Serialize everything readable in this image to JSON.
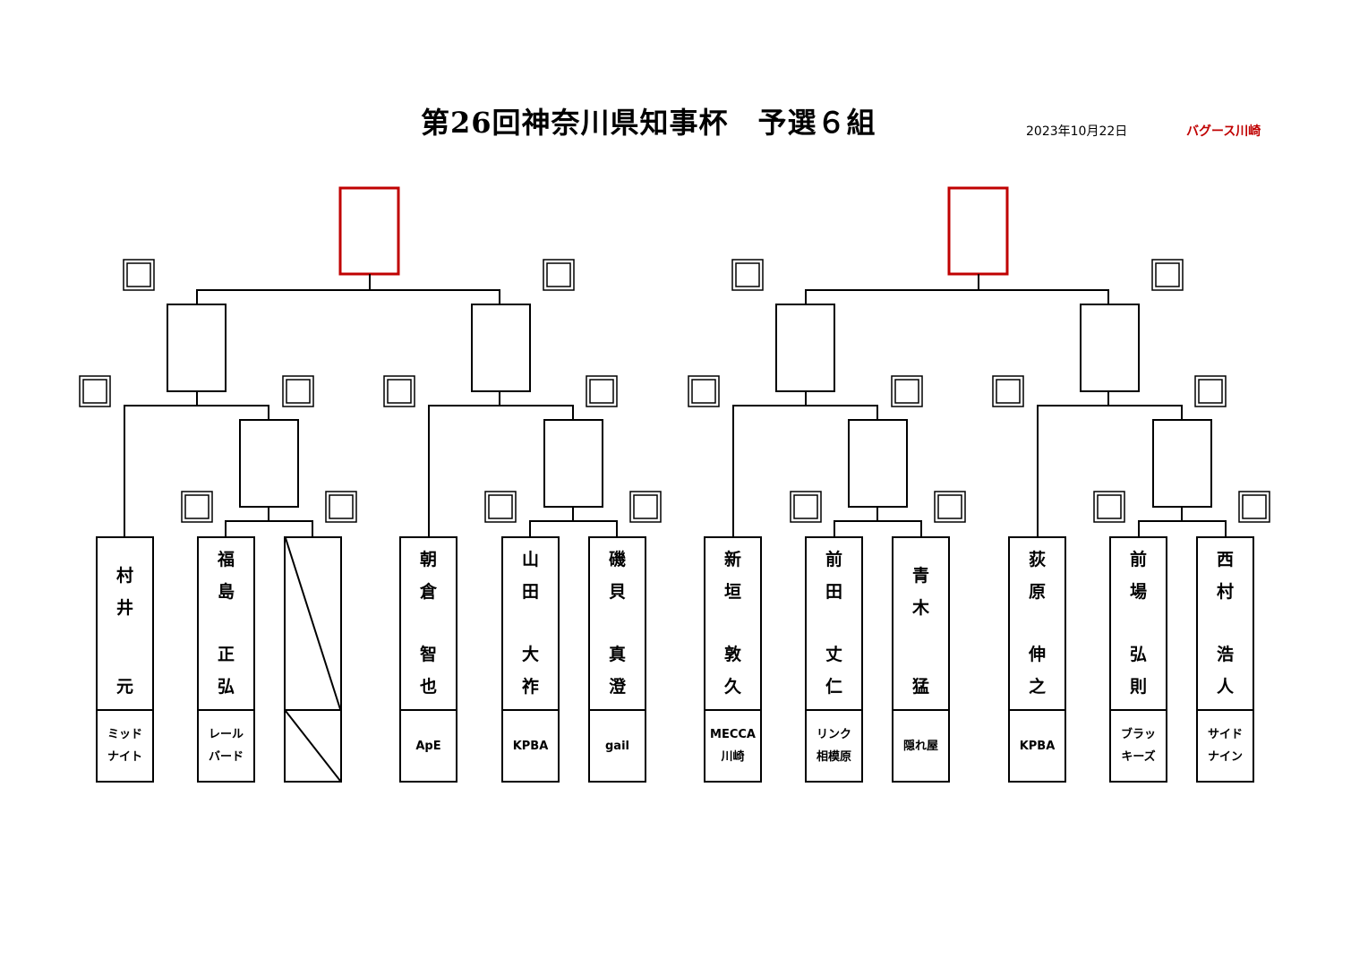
{
  "header": {
    "title": "第26回神奈川県知事杯　予選６組",
    "date": "2023年10月22日",
    "venue": "バグース川崎"
  },
  "colors": {
    "winner_box": "#c00000",
    "venue_text": "#c00000",
    "lines": "#000000"
  },
  "players": [
    {
      "name": [
        "村",
        "井",
        "",
        "元"
      ],
      "team": "ミッド\nナイト"
    },
    {
      "name": [
        "福",
        "島",
        "正",
        "弘"
      ],
      "team": "レール\nバード"
    },
    {
      "bye": true
    },
    {
      "name": [
        "朝",
        "倉",
        "智",
        "也"
      ],
      "team": "ApE"
    },
    {
      "name": [
        "山",
        "田",
        "大",
        "祚"
      ],
      "team": "KPBA"
    },
    {
      "name": [
        "磯",
        "貝",
        "真",
        "澄"
      ],
      "team": "gail"
    },
    {
      "name": [
        "新",
        "垣",
        "敦",
        "久"
      ],
      "team": "MECCA\n川崎"
    },
    {
      "name": [
        "前",
        "田",
        "丈",
        "仁"
      ],
      "team": "リンク\n相模原"
    },
    {
      "name": [
        "青",
        "木",
        "",
        "猛"
      ],
      "team": "隠れ屋"
    },
    {
      "name": [
        "荻",
        "原",
        "伸",
        "之"
      ],
      "team": "KPBA"
    },
    {
      "name": [
        "前",
        "場",
        "弘",
        "則"
      ],
      "team": "ブラッ\nキーズ"
    },
    {
      "name": [
        "西",
        "村",
        "浩",
        "人"
      ],
      "team": "サイド\nナイン"
    }
  ]
}
